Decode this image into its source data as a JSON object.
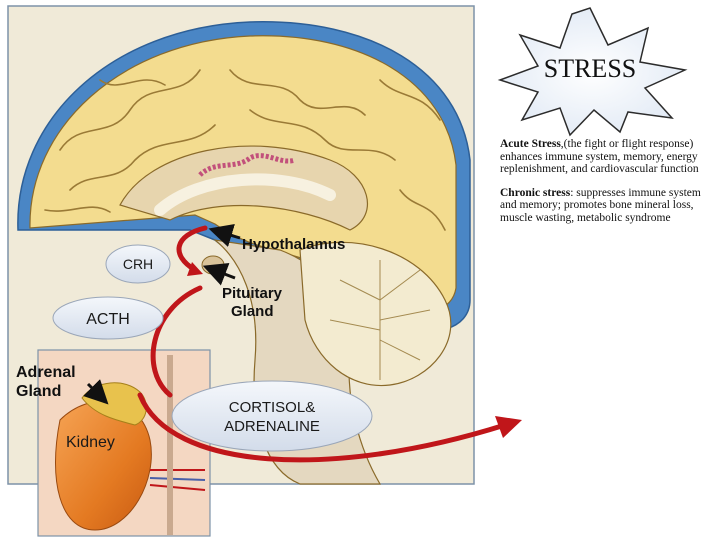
{
  "title": "STRESS",
  "labels": {
    "hypothalamus": "Hypothalamus",
    "pituitary_line1": "Pituitary",
    "pituitary_line2": "Gland",
    "adrenal_line1": "Adrenal",
    "adrenal_line2": "Gland",
    "kidney": "Kidney"
  },
  "ovals": {
    "crh": "CRH",
    "acth": "ACTH",
    "cortisol_line1": "CORTISOL&",
    "cortisol_line2": "ADRENALINE"
  },
  "acute": {
    "heading": "Acute Stress",
    "body": ",(the fight or flight response) enhances immune system, memory, energy replenishment, and cardiovascular function"
  },
  "chronic": {
    "heading": "Chronic stress",
    "body": ": suppresses immune system and memory; promotes bone mineral loss, muscle wasting, metabolic syndrome"
  },
  "colors": {
    "frame_blue": "#4a86c5",
    "cortex": "#f3dc8f",
    "cortex_edge": "#8a6a2a",
    "brainstem": "#e4d8c0",
    "arrow_red": "#c0161a",
    "oval_fill": "#e6ebf4",
    "kidney": "#e9882f",
    "adrenal": "#e8c24d"
  }
}
